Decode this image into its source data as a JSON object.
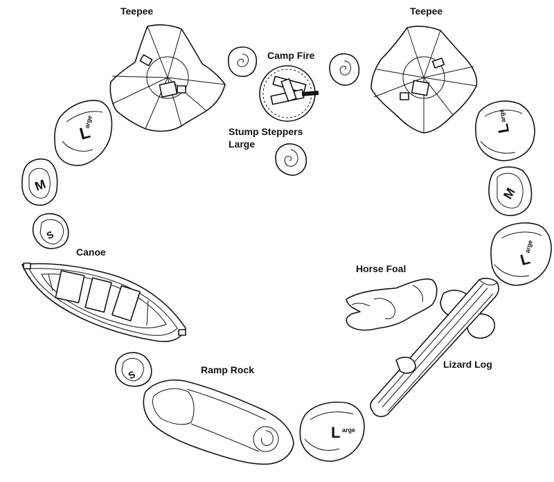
{
  "labels": {
    "teepee_left": "Teepee",
    "teepee_right": "Teepee",
    "camp_fire": "Camp Fire",
    "stump_steppers_1": "Stump Steppers",
    "stump_steppers_2": "Large",
    "canoe": "Canoe",
    "horse_foal": "Horse Foal",
    "ramp_rock": "Ramp Rock",
    "lizard_log": "Lizard Log"
  },
  "size_marks": {
    "large_letter": "L",
    "large_rest": "arge",
    "medium": "M",
    "small": "S"
  },
  "colors": {
    "ink": "#111111",
    "paper": "#ffffff"
  }
}
